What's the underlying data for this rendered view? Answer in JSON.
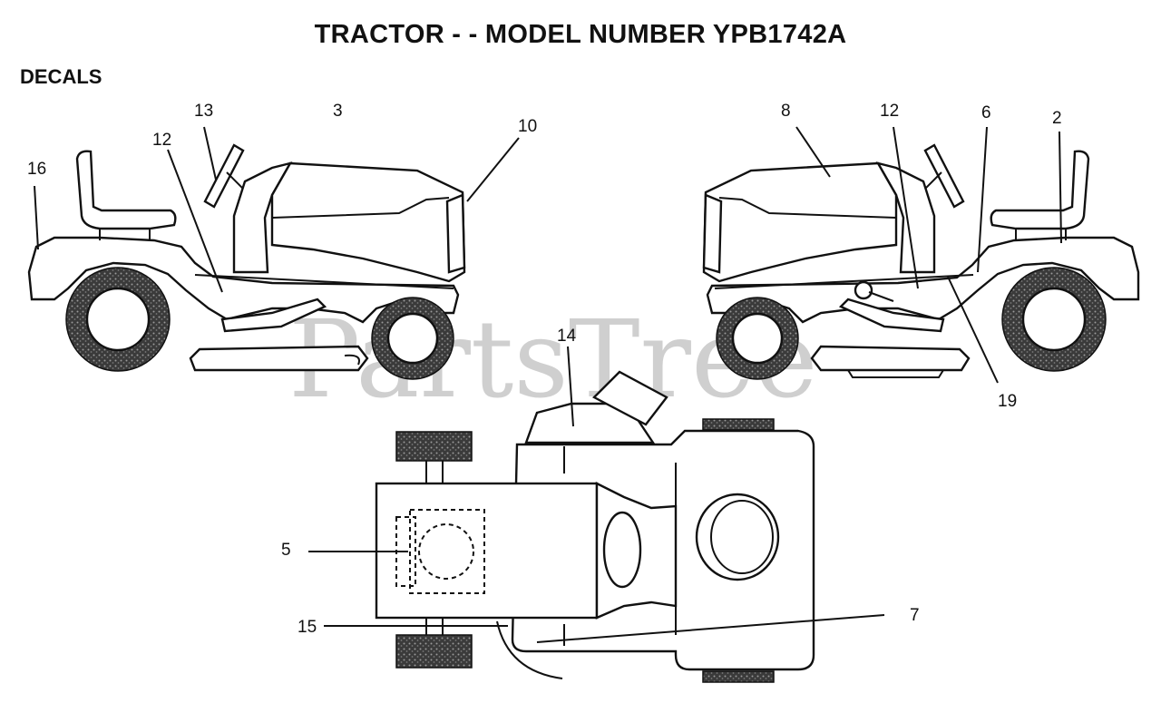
{
  "header": {
    "title": "TRACTOR - - MODEL NUMBER YPB1742A",
    "section": "DECALS"
  },
  "watermark": "PartsTree",
  "callouts": {
    "c16": "16",
    "c13": "13",
    "c12a": "12",
    "c3": "3",
    "c10": "10",
    "c8": "8",
    "c12b": "12",
    "c6": "6",
    "c2": "2",
    "c19": "19",
    "c14": "14",
    "c5": "5",
    "c15": "15",
    "c7": "7"
  }
}
